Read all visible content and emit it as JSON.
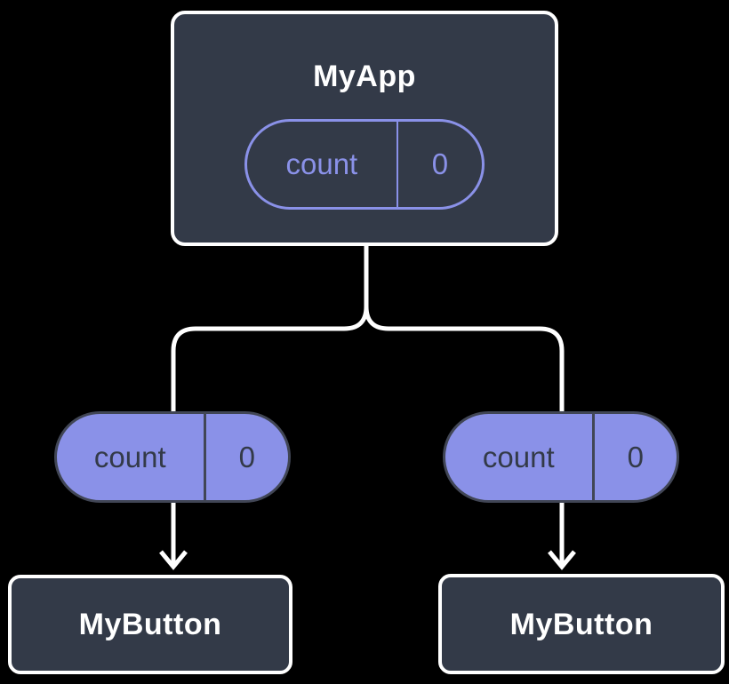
{
  "root_component": {
    "title": "MyApp",
    "state_pill": {
      "label": "count",
      "value": "0"
    }
  },
  "prop_pills": [
    {
      "label": "count",
      "value": "0"
    },
    {
      "label": "count",
      "value": "0"
    }
  ],
  "leaf_components": [
    {
      "title": "MyButton"
    },
    {
      "title": "MyButton"
    }
  ],
  "colors": {
    "background": "#000000",
    "node_fill": "#333A48",
    "node_border": "#FFFFFF",
    "accent_purple": "#8A91E8",
    "pill_border_dark": "#414655",
    "pill_text_dark": "#333A48",
    "connector": "#FFFFFF"
  }
}
